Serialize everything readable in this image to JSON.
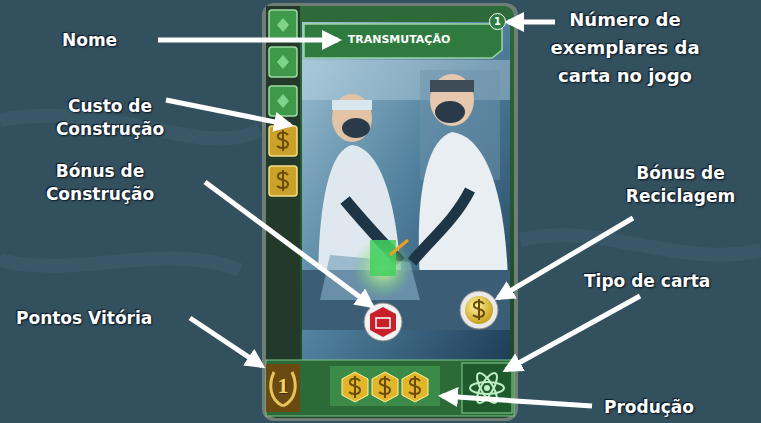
{
  "diagram": {
    "nodes": [
      {
        "text": [
          "TRANSMUTAÇÃO"
        ]
      },
      {
        "text": [
          "1"
        ]
      },
      {
        "text": [
          "1"
        ]
      }
    ],
    "labels": [
      "Nome",
      "Número de exemplares da carta no jogo",
      "Custo de Construção",
      "Bónus de Construção",
      "Bónus de Reciclagem",
      "Tipo de carta",
      "Pontos Vitória",
      "Produção"
    ]
  }
}
